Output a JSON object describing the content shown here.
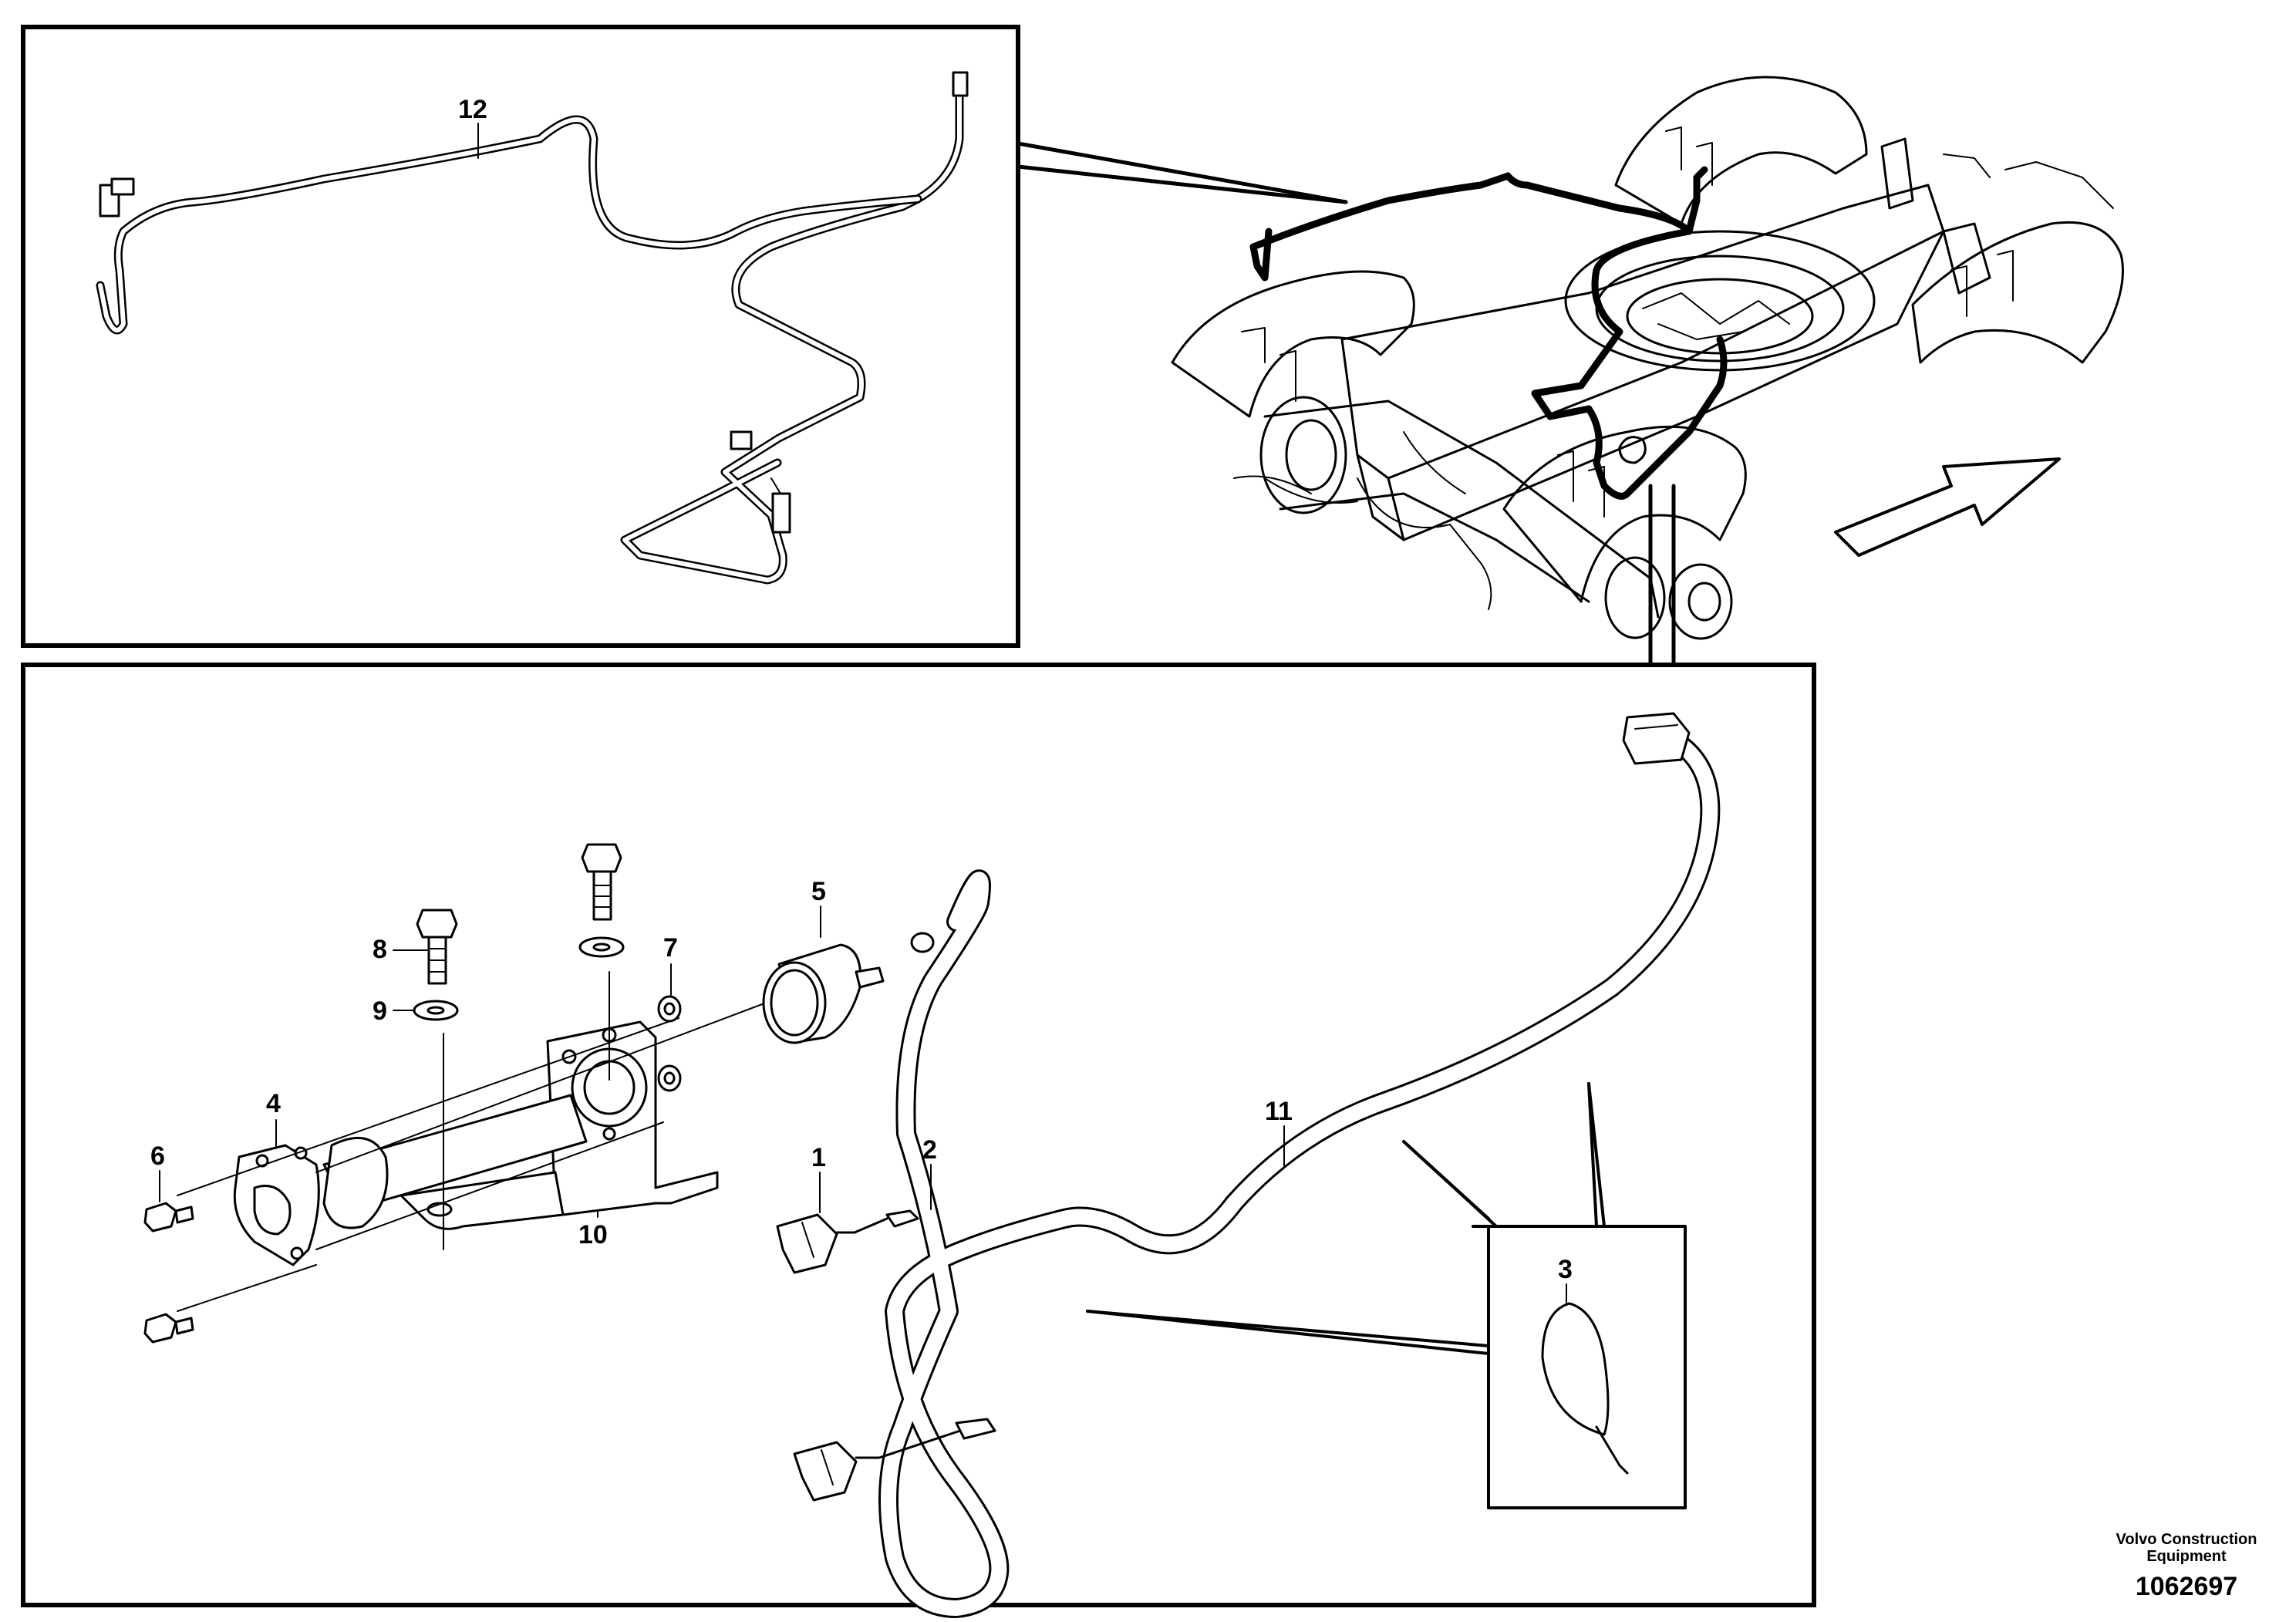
{
  "callouts": [
    {
      "id": "1",
      "label": "1"
    },
    {
      "id": "2",
      "label": "2"
    },
    {
      "id": "3",
      "label": "3"
    },
    {
      "id": "4",
      "label": "4"
    },
    {
      "id": "5",
      "label": "5"
    },
    {
      "id": "6",
      "label": "6"
    },
    {
      "id": "7",
      "label": "7"
    },
    {
      "id": "8",
      "label": "8"
    },
    {
      "id": "9",
      "label": "9"
    },
    {
      "id": "10",
      "label": "10"
    },
    {
      "id": "11",
      "label": "11"
    },
    {
      "id": "12",
      "label": "12"
    }
  ],
  "footer": {
    "brand_line1": "Volvo Construction",
    "brand_line2": "Equipment",
    "drawing_number": "1062697"
  },
  "colors": {
    "line": "#000000",
    "background": "#ffffff"
  }
}
